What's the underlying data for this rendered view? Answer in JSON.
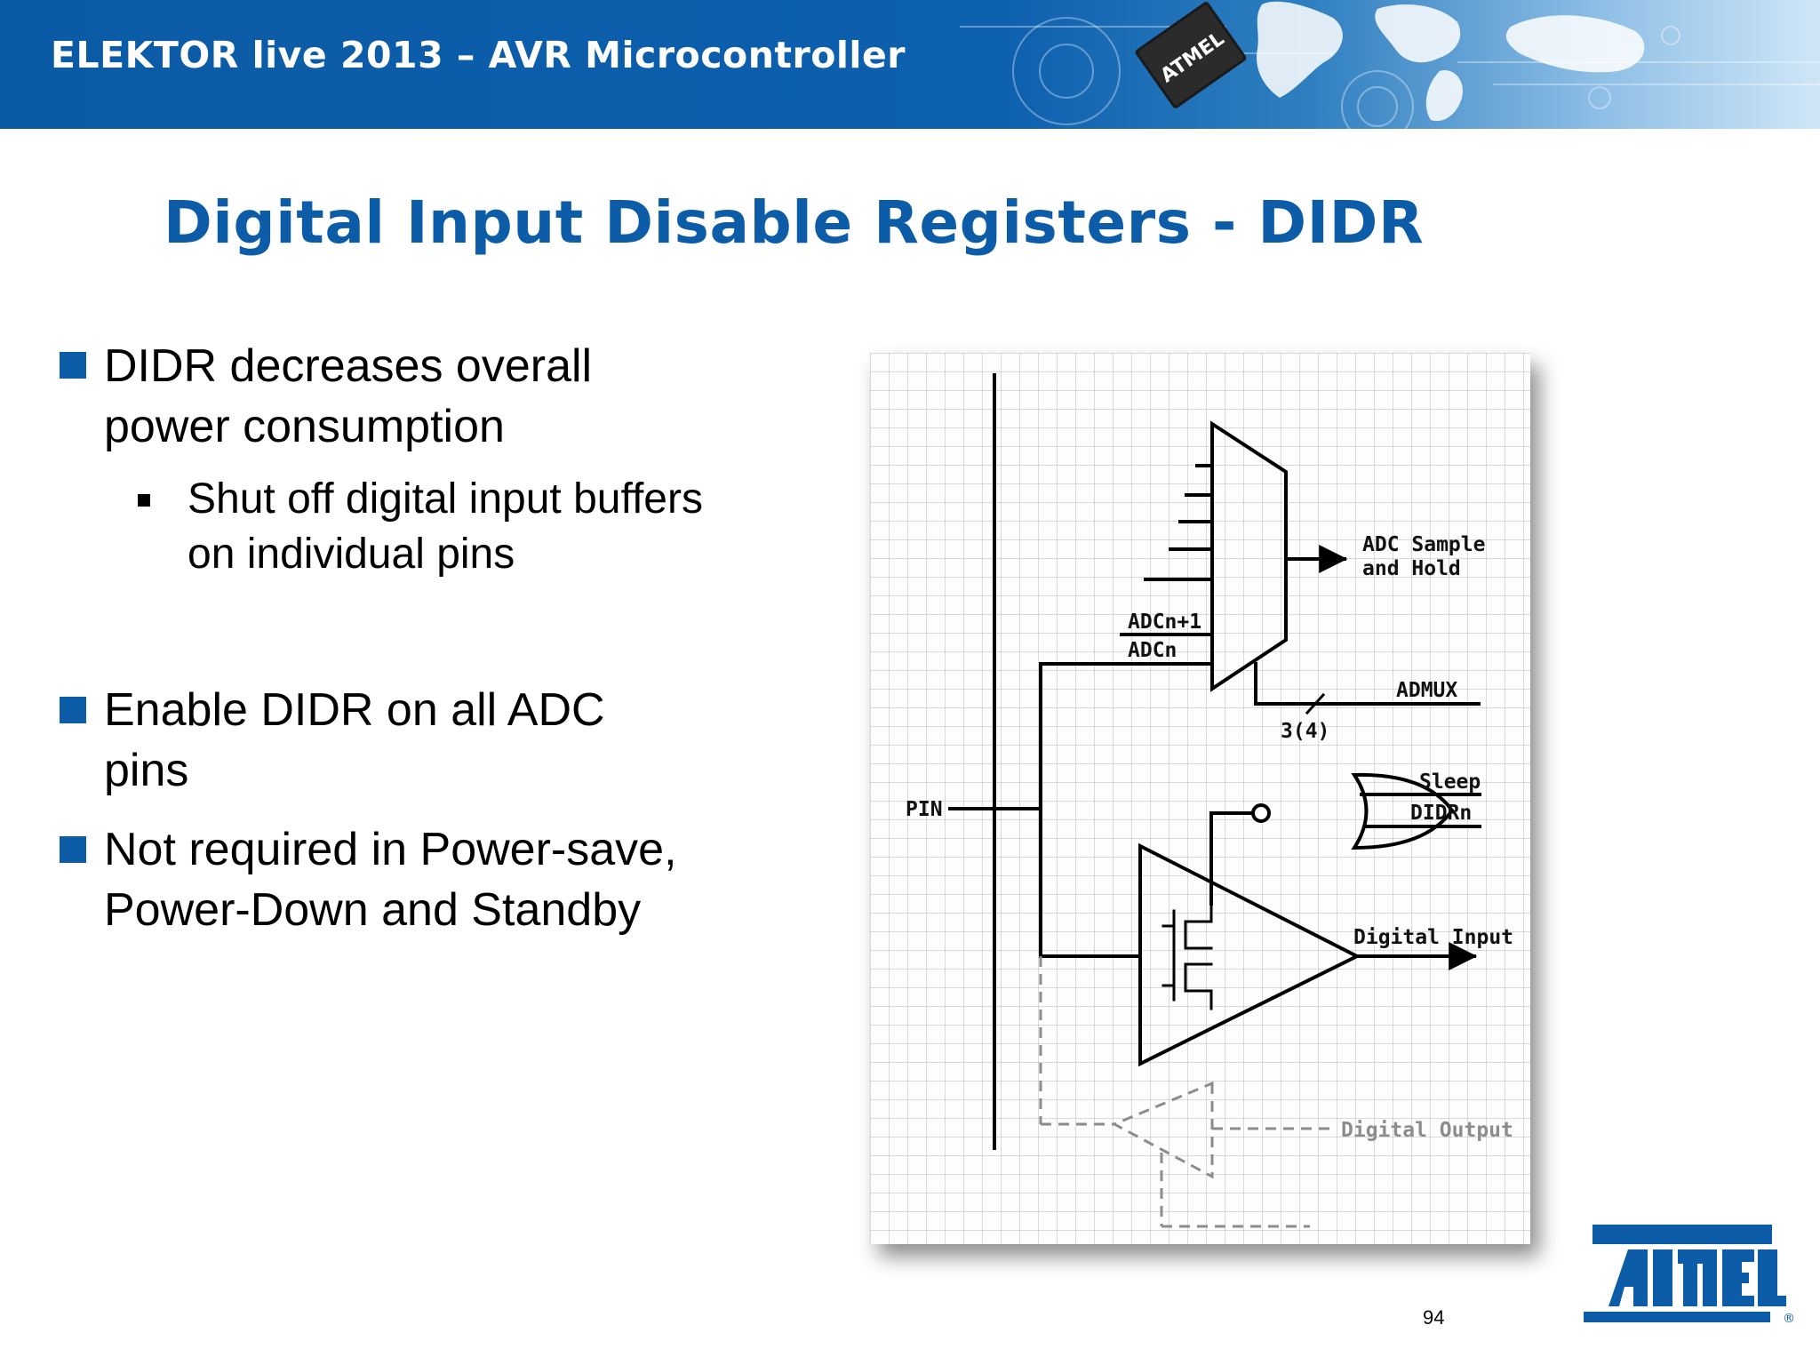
{
  "banner": {
    "title": "ELEKTOR live 2013 – AVR Microcontroller"
  },
  "slide": {
    "title": "Digital Input Disable Registers - DIDR"
  },
  "bullets": {
    "b1": {
      "line1": "DIDR decreases overall",
      "line2": "power consumption"
    },
    "b1_sub": {
      "line1": "Shut off digital input buffers",
      "line2": "on individual pins"
    },
    "b2": {
      "line1": "Enable DIDR on all ADC",
      "line2": "pins"
    },
    "b3": {
      "line1": "Not required in Power-save,",
      "line2": "Power-Down and Standby"
    }
  },
  "diagram": {
    "labels": {
      "adc_sample": "ADC Sample",
      "and_hold": "and Hold",
      "adcn1": "ADCn+1",
      "adcn": "ADCn",
      "admux": "ADMUX",
      "bus_width": "3(4)",
      "pin": "PIN",
      "sleep": "Sleep",
      "didrn": "DIDRn",
      "digital_input": "Digital Input",
      "digital_output": "Digital Output"
    }
  },
  "footer": {
    "page_number": "94",
    "logo": "atmel-logo"
  },
  "colors": {
    "brand_blue": "#0d5ca8",
    "banner_blue": "#0b5aa5"
  }
}
